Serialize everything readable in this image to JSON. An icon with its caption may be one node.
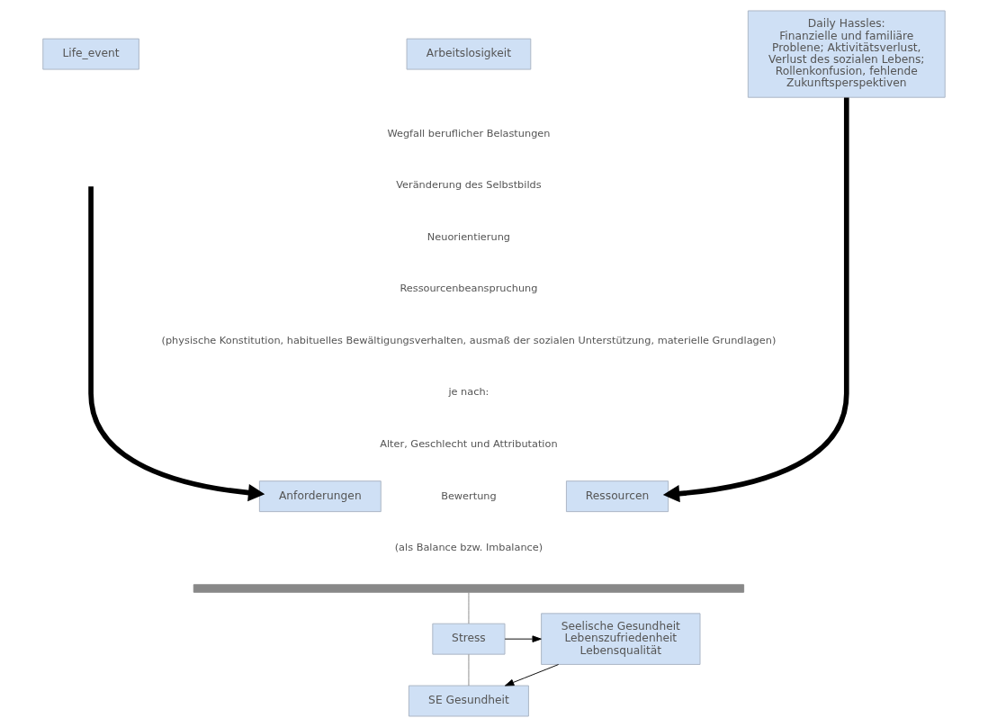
{
  "diagram": {
    "nodes": [
      {
        "text": [
          "Life_event"
        ]
      },
      {
        "text": [
          "Arbeitslosigkeit"
        ]
      },
      {
        "text": [
          "Daily Hassles:",
          "Finanzielle und familiäre Problene; Aktivitätsverlust, Verlust des sozialen Lebens; Rollenkonfusion, fehlende Zukunftsperspektiven"
        ]
      },
      {
        "text": [
          "Anforderungen"
        ]
      },
      {
        "text": [
          "Ressourcen"
        ]
      },
      {
        "text": [],
        "shape": "bar"
      },
      {
        "text": [
          "Stress"
        ]
      },
      {
        "text": [
          "SE Gesundheit"
        ]
      },
      {
        "text": [
          "Seelische Gesundheit",
          "Lebenszufriedenheit",
          "Lebensqualität"
        ]
      }
    ],
    "edges": [
      {
        "from": null,
        "to": 3,
        "arrow": "to",
        "style": "thick"
      },
      {
        "from": 2,
        "to": 4,
        "arrow": "to",
        "style": "thick"
      },
      {
        "from": 5,
        "to": 6,
        "arrow": "none",
        "color": "#888888"
      },
      {
        "from": 6,
        "to": 7,
        "arrow": "none",
        "color": "#888888"
      },
      {
        "from": 6,
        "to": 8,
        "arrow": "to"
      },
      {
        "from": 8,
        "to": 7,
        "arrow": "to"
      }
    ],
    "labels": [
      "Wegfall beruflicher Belastungen",
      "Veränderung des Selbstbilds",
      "Neuorientierung",
      "Ressourcenbeanspruchung",
      "(physische Konstitution, habituelles Bewältigungsverhalten, ausmaß der sozialen Unterstützung, materielle Grundlagen)",
      "je nach:",
      "Alter, Geschlecht und Attributation",
      "Bewertung",
      "(als Balance bzw. Imbalance)"
    ]
  }
}
